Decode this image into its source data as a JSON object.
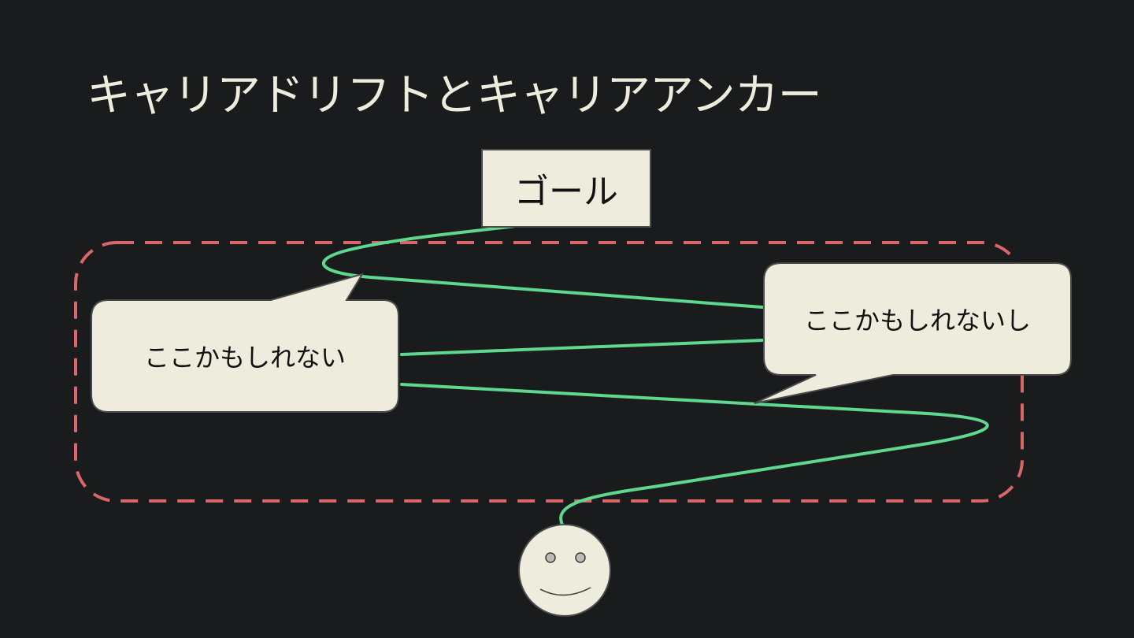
{
  "title": "キャリアドリフトとキャリアアンカー",
  "goal_label": "ゴール",
  "bubble_left_text": "ここかもしれない",
  "bubble_right_text": "ここかもしれないし",
  "colors": {
    "background": "#1a1b1d",
    "path": "#5fd88f",
    "dashed_region": "#d9676a",
    "shape_fill": "#eeecdc",
    "title_text": "#eeecdc"
  }
}
